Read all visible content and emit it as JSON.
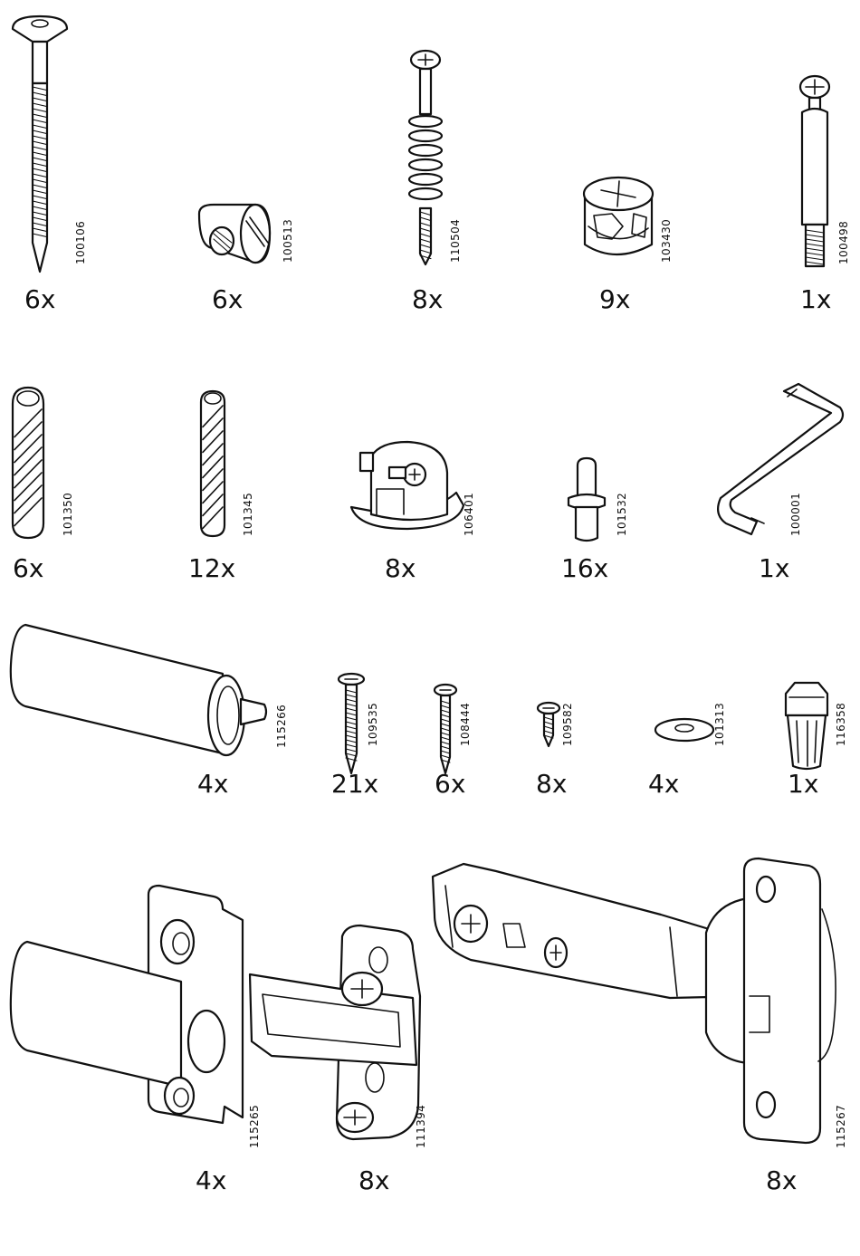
{
  "parts": [
    {
      "id": "p1",
      "code": "100106",
      "qty": "6x",
      "icon": "long-screw-icon"
    },
    {
      "id": "p2",
      "code": "100513",
      "qty": "6x",
      "icon": "barrel-nut-icon"
    },
    {
      "id": "p3",
      "code": "110504",
      "qty": "8x",
      "icon": "cam-screw-icon"
    },
    {
      "id": "p4",
      "code": "103430",
      "qty": "9x",
      "icon": "cam-lock-icon"
    },
    {
      "id": "p5",
      "code": "100498",
      "qty": "1x",
      "icon": "connector-bolt-icon"
    },
    {
      "id": "p6",
      "code": "101350",
      "qty": "6x",
      "icon": "large-dowel-icon"
    },
    {
      "id": "p7",
      "code": "101345",
      "qty": "12x",
      "icon": "small-dowel-icon"
    },
    {
      "id": "p8",
      "code": "106401",
      "qty": "8x",
      "icon": "connector-fitting-icon"
    },
    {
      "id": "p9",
      "code": "101532",
      "qty": "16x",
      "icon": "shelf-pin-icon"
    },
    {
      "id": "p10",
      "code": "100001",
      "qty": "1x",
      "icon": "allen-key-icon"
    },
    {
      "id": "p11",
      "code": "115266",
      "qty": "4x",
      "icon": "push-opener-icon"
    },
    {
      "id": "p12",
      "code": "109535",
      "qty": "21x",
      "icon": "wood-screw-medium-icon"
    },
    {
      "id": "p13",
      "code": "108444",
      "qty": "6x",
      "icon": "wood-screw-long-icon"
    },
    {
      "id": "p14",
      "code": "109582",
      "qty": "8x",
      "icon": "wood-screw-short-icon"
    },
    {
      "id": "p15",
      "code": "101313",
      "qty": "4x",
      "icon": "washer-icon"
    },
    {
      "id": "p16",
      "code": "116358",
      "qty": "1x",
      "icon": "plastic-plug-icon"
    },
    {
      "id": "p17",
      "code": "115265",
      "qty": "4x",
      "icon": "push-opener-bracket-icon"
    },
    {
      "id": "p18",
      "code": "111394",
      "qty": "8x",
      "icon": "mounting-plate-icon"
    },
    {
      "id": "p19",
      "code": "115267",
      "qty": "8x",
      "icon": "cabinet-hinge-icon"
    }
  ]
}
